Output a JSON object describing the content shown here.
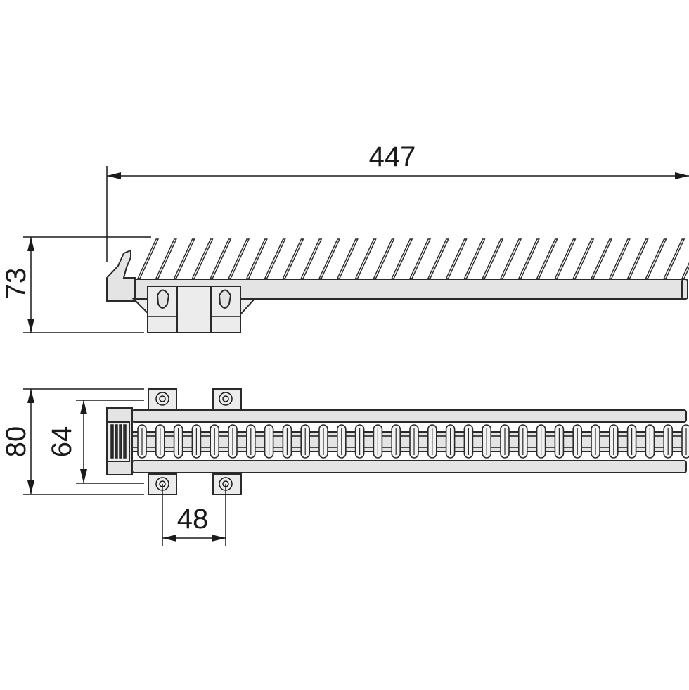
{
  "dimensions": {
    "overall_length": "447",
    "side_height": "73",
    "top_width": "80",
    "inner_width": "64",
    "mount_spacing": "48"
  },
  "components": {
    "hook_count": 31,
    "top_slot_count": 31
  },
  "colors": {
    "line": "#1a1a1a",
    "body_fill": "#e4e4e4",
    "hook_stroke": "#2b2b2b"
  }
}
